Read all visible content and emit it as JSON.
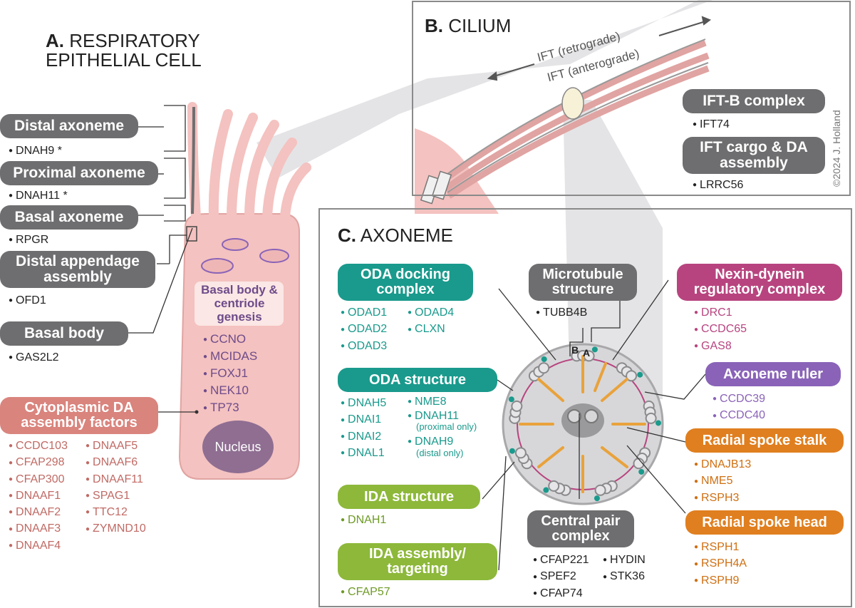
{
  "sections": {
    "a": {
      "letter": "A.",
      "title_line1": "RESPIRATORY",
      "title_line2": "EPITHELIAL CELL"
    },
    "b": {
      "letter": "B.",
      "title": "CILIUM"
    },
    "c": {
      "letter": "C.",
      "title": "AXONEME"
    }
  },
  "cell": {
    "basal_body_label": "Basal body & centriole genesis",
    "basal_body_genes": [
      "CCNO",
      "MCIDAS",
      "FOXJ1",
      "NEK10",
      "TP73"
    ],
    "nucleus_label": "Nucleus"
  },
  "cell_groups": [
    {
      "label": "Distal axoneme",
      "genes": [
        "DNAH9 *"
      ]
    },
    {
      "label": "Proximal axoneme",
      "genes": [
        "DNAH11 *"
      ]
    },
    {
      "label": "Basal axoneme",
      "genes": [
        "RPGR"
      ]
    },
    {
      "label": "Distal appendage assembly",
      "genes": [
        "OFD1"
      ]
    },
    {
      "label": "Basal body",
      "genes": [
        "GAS2L2"
      ]
    }
  ],
  "cytoplasmic": {
    "label": "Cytoplasmic DA assembly factors",
    "col1": [
      "CCDC103",
      "CFAP298",
      "CFAP300",
      "DNAAF1",
      "DNAAF2",
      "DNAAF3",
      "DNAAF4"
    ],
    "col2": [
      "DNAAF5",
      "DNAAF6",
      "DNAAF11",
      "SPAG1",
      "TTC12",
      "ZYMND10"
    ]
  },
  "cilium": {
    "ift_retrograde": "IFT (retrograde)",
    "ift_anterograde": "IFT (anterograde)",
    "iftb_label": "IFT-B complex",
    "iftb_genes": [
      "IFT74"
    ],
    "cargo_label": "IFT cargo & DA assembly",
    "cargo_genes": [
      "LRRC56"
    ],
    "copyright": "©2024 J. Holland"
  },
  "axoneme": {
    "oda_docking": {
      "label": "ODA docking complex",
      "col1": [
        "ODAD1",
        "ODAD2",
        "ODAD3"
      ],
      "col2": [
        "ODAD4",
        "CLXN"
      ]
    },
    "oda_structure": {
      "label": "ODA structure",
      "col1": [
        "DNAH5",
        "DNAI1",
        "DNAI2",
        "DNAL1"
      ],
      "col2": [
        {
          "gene": "NME8",
          "note": ""
        },
        {
          "gene": "DNAH11",
          "note": "(proximal only)"
        },
        {
          "gene": "DNAH9",
          "note": "(distal only)"
        }
      ]
    },
    "ida_structure": {
      "label": "IDA structure",
      "genes": [
        "DNAH1"
      ]
    },
    "ida_assembly": {
      "label": "IDA assembly/ targeting",
      "genes": [
        "CFAP57"
      ]
    },
    "microtubule": {
      "label": "Microtubule structure",
      "genes": [
        "TUBB4B"
      ],
      "doublet_b": "B",
      "doublet_a": "A"
    },
    "central_pair": {
      "label": "Central pair complex",
      "col1": [
        "CFAP221",
        "SPEF2",
        "CFAP74"
      ],
      "col2": [
        "HYDIN",
        "STK36"
      ]
    },
    "ndrc": {
      "label": "Nexin-dynein regulatory complex",
      "genes": [
        "DRC1",
        "CCDC65",
        "GAS8"
      ]
    },
    "ruler": {
      "label": "Axoneme ruler",
      "genes": [
        "CCDC39",
        "CCDC40"
      ]
    },
    "rs_stalk": {
      "label": "Radial spoke stalk",
      "genes": [
        "DNAJB13",
        "NME5",
        "RSPH3"
      ]
    },
    "rs_head": {
      "label": "Radial spoke head",
      "genes": [
        "RSPH1",
        "RSPH4A",
        "RSPH9"
      ]
    }
  },
  "colors": {
    "gray": "#6e6e70",
    "teal": "#1a9a8c",
    "magenta": "#b8447f",
    "purple": "#8a63b8",
    "orange": "#e07f1f",
    "lime": "#8db83a",
    "salmon": "#d9847d",
    "cell": "#f4c2c0"
  }
}
